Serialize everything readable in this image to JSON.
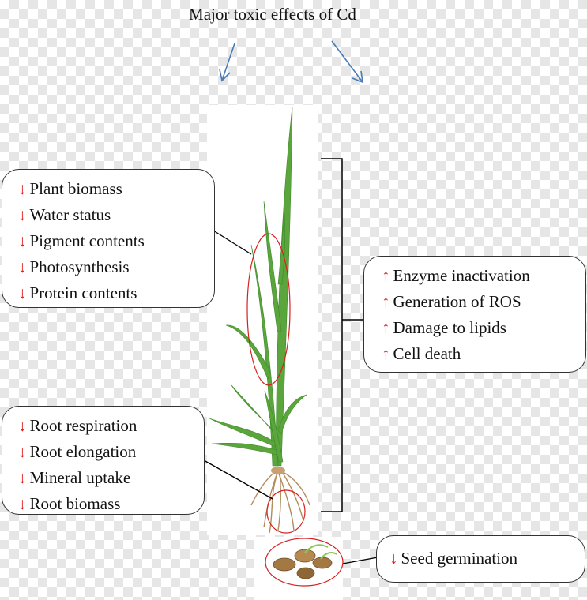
{
  "title": "Major toxic effects of Cd",
  "symbols": {
    "decrease": "↓",
    "increase": "↑"
  },
  "colors": {
    "effect_arrow": "#e01b1b",
    "pointer_arrow": "#4a7ab8",
    "highlight_ellipse": "#d62020",
    "leaf": "#5aa53c",
    "root": "#b38b5d"
  },
  "leaf_effects": [
    "Plant biomass",
    "Water status",
    "Pigment contents",
    "Photosynthesis",
    "Protein contents"
  ],
  "root_effects": [
    "Root respiration",
    "Root elongation",
    "Mineral uptake",
    "Root biomass"
  ],
  "cellular_effects": [
    "Enzyme inactivation",
    "Generation of ROS",
    "Damage to lipids",
    "Cell death"
  ],
  "seed_effects": [
    "Seed germination"
  ]
}
